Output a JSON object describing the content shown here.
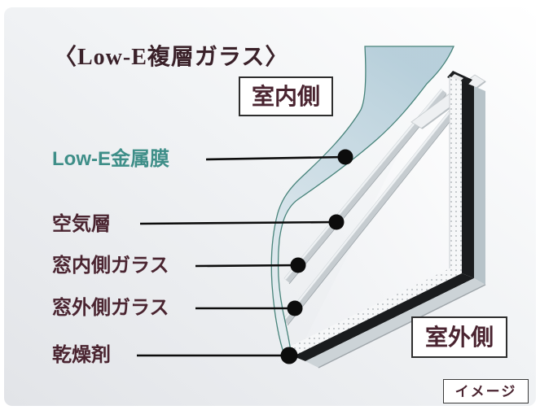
{
  "title": "〈Low-E複層ガラス〉",
  "diagram": {
    "indoor_label": "室内側",
    "outdoor_label": "室外側",
    "note_label": "イメージ",
    "labels": [
      {
        "id": "low-e-film",
        "text": "Low-E金属膜",
        "color": "#3e8e88"
      },
      {
        "id": "air-layer",
        "text": "空気層",
        "color": "#4a2430"
      },
      {
        "id": "inner-glass",
        "text": "窓内側ガラス",
        "color": "#4a2430"
      },
      {
        "id": "outer-glass",
        "text": "窓外側ガラス",
        "color": "#4a2430"
      },
      {
        "id": "desiccant",
        "text": "乾燥剤",
        "color": "#4a2430"
      }
    ]
  },
  "colors": {
    "title_text": "#3a2129",
    "label_maroon": "#4a2430",
    "accent_teal": "#3e8e88",
    "leader_line": "#0c0c0c",
    "glass_blue": "#bdd3de",
    "glass_edge_teal": "#47837a",
    "sealant_black": "#1a1c1e",
    "spacer_white": "#f6f7f8",
    "background_top_right": "#ffffff",
    "background_bottom_left": "#e2e4e8"
  }
}
